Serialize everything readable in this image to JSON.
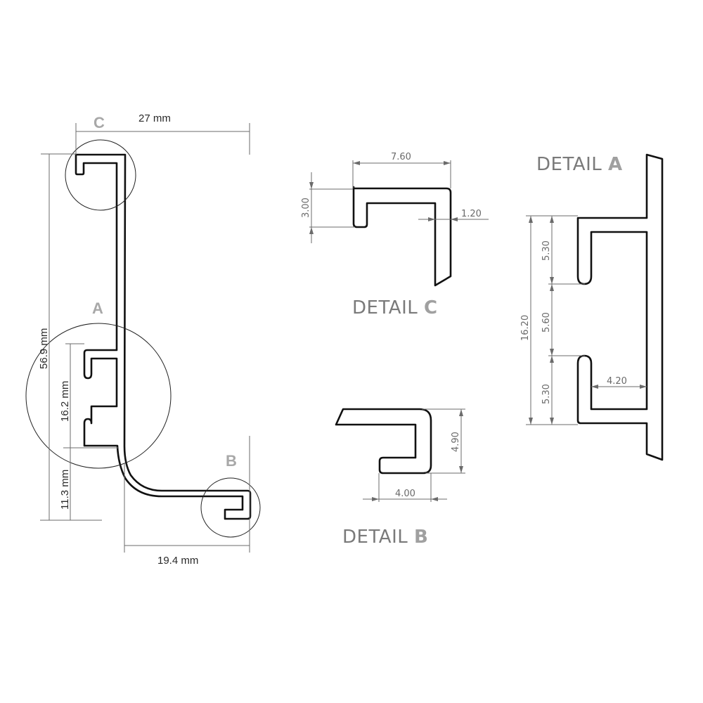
{
  "main_view": {
    "dimensions": {
      "width_top": "27 mm",
      "total_height": "56.9 mm",
      "slot_height": "16.2 mm",
      "lower_height": "11.3 mm",
      "bottom_width": "19.4 mm"
    },
    "callouts": {
      "c": "C",
      "a": "A",
      "b": "B"
    }
  },
  "detail_c": {
    "title": "DETAIL",
    "letter": "C",
    "dims": {
      "width": "7.60",
      "height": "3.00",
      "thickness": "1.20"
    }
  },
  "detail_b": {
    "title": "DETAIL",
    "letter": "B",
    "dims": {
      "height": "4.90",
      "width": "4.00"
    }
  },
  "detail_a": {
    "title": "DETAIL",
    "letter": "A",
    "dims": {
      "total": "16.20",
      "upper": "5.30",
      "middle": "5.60",
      "lower": "5.30",
      "depth": "4.20"
    }
  },
  "colors": {
    "profile_stroke": "#111111",
    "dimension_line": "#6b6b6b",
    "callout_letter": "#a8a8a8",
    "detail_title": "#7a7a7a"
  }
}
